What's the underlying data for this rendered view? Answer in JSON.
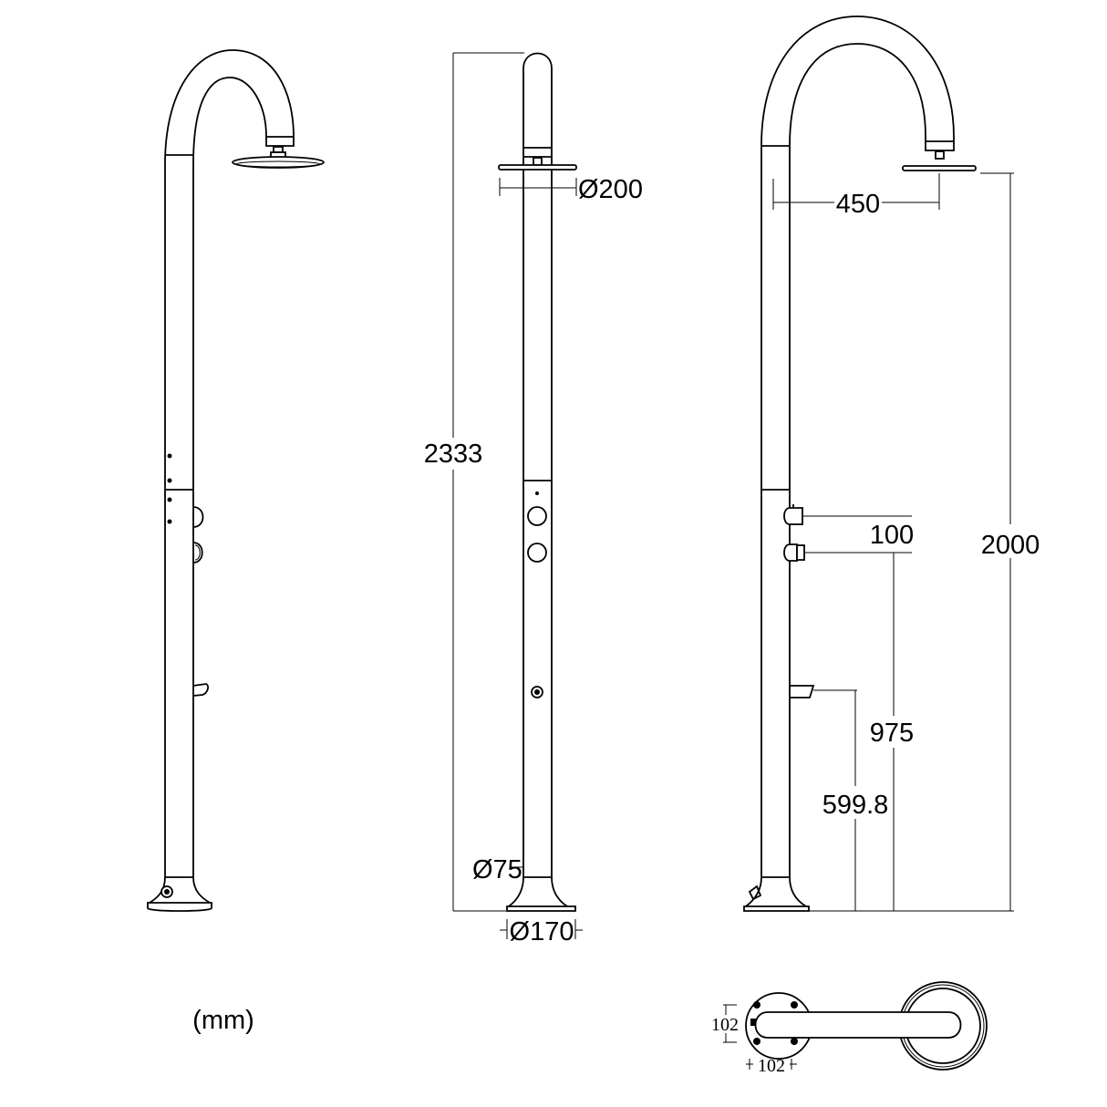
{
  "unit_label": "(mm)",
  "dimensions": {
    "head_diameter": "Ø200",
    "total_height": "2333",
    "pole_diameter": "Ø75",
    "base_diameter": "Ø170",
    "arm_reach": "450",
    "head_height": "2000",
    "valve_spacing": "100",
    "valve_height": "975",
    "spout_height": "599.8",
    "top_view_depth": "102",
    "top_view_width": "102"
  }
}
